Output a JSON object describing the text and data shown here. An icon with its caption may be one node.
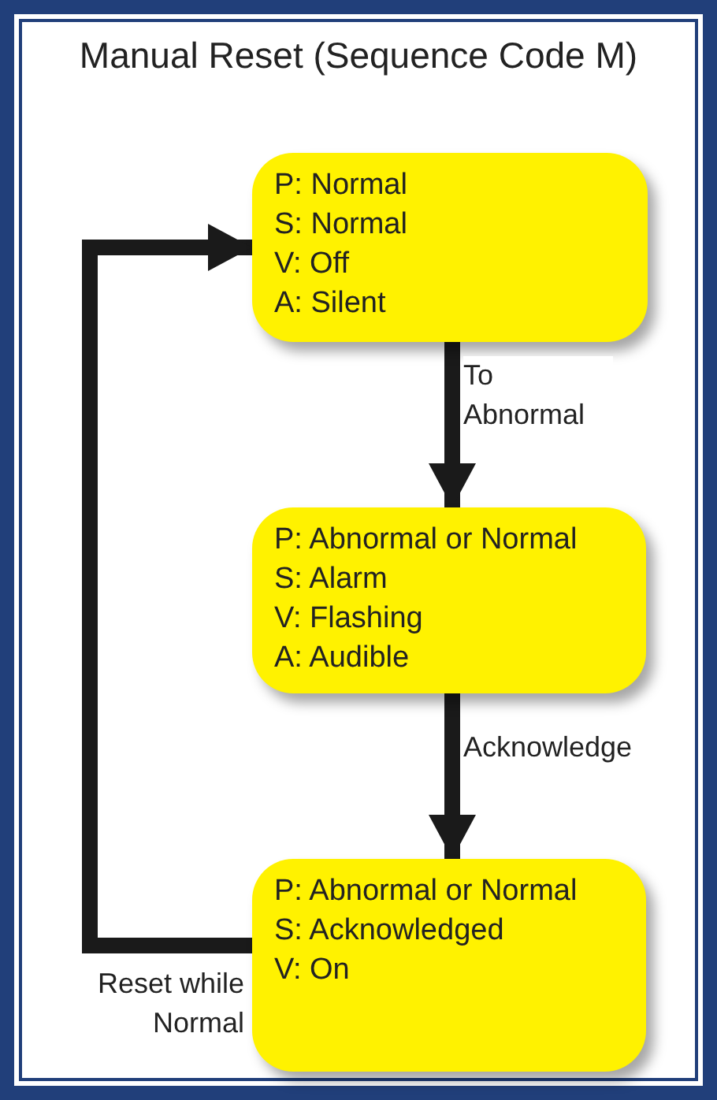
{
  "diagram": {
    "title": "Manual Reset (Sequence Code M)",
    "nodes": [
      {
        "text": [
          "P: Normal",
          "S: Normal",
          "V: Off",
          "A: Silent"
        ]
      },
      {
        "text": [
          "P: Abnormal or Normal",
          "S: Alarm",
          "V: Flashing",
          "A: Audible"
        ]
      },
      {
        "text": [
          "P: Abnormal or Normal",
          "S: Acknowledged",
          "V: On"
        ]
      }
    ],
    "edges": [
      {
        "from": 0,
        "to": 1,
        "arrow": "to",
        "label": "To Abnormal"
      },
      {
        "from": 1,
        "to": 2,
        "arrow": "to",
        "label": "Acknowledge"
      },
      {
        "from": 2,
        "to": 0,
        "arrow": "to",
        "label": "Reset while Normal"
      }
    ]
  }
}
